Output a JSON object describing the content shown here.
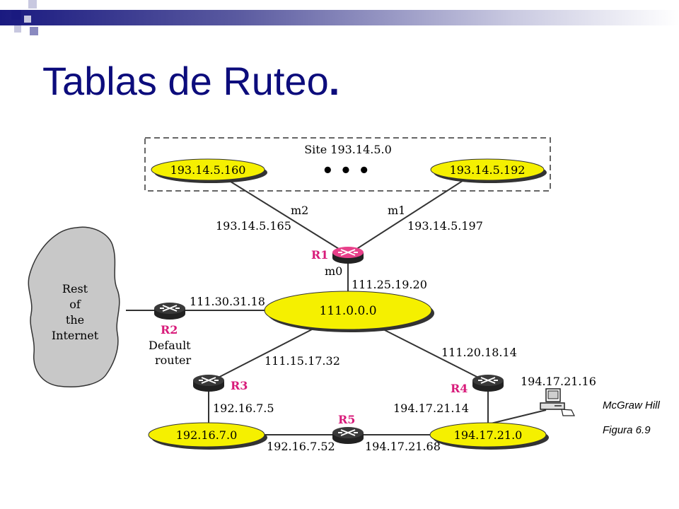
{
  "slide": {
    "title": "Tablas de Ruteo",
    "title_dot": ".",
    "credit_line1": "McGraw Hill",
    "credit_line2": "Figura 6.9"
  },
  "colors": {
    "title": "#0c0c7c",
    "network_fill": "#f5f000",
    "router_highlight": "#e8408a",
    "router_dark": "#3a3a3a",
    "router_label": "#d81b7a",
    "cloud": "#c8c8c8"
  },
  "diagram": {
    "site_label": "Site 193.14.5.0",
    "ellipsis": "• • •",
    "cloud_lines": [
      "Rest",
      "of",
      "the",
      "Internet"
    ],
    "networks": {
      "n1": "193.14.5.160",
      "n2": "193.14.5.192",
      "main": "111.0.0.0",
      "left": "192.16.7.0",
      "right": "194.17.21.0"
    },
    "routers": {
      "r1": "R1",
      "r2": "R2",
      "r3": "R3",
      "r4": "R4",
      "r5": "R5"
    },
    "r2_caption_1": "Default",
    "r2_caption_2": "router",
    "interfaces": {
      "m2": "m2",
      "m1": "m1",
      "m0": "m0"
    },
    "addresses": {
      "r1_m2": "193.14.5.165",
      "r1_m1": "193.14.5.197",
      "r1_m0": "111.25.19.20",
      "r2": "111.30.31.18",
      "r3_up": "111.15.17.32",
      "r4_up": "111.20.18.14",
      "r3_down": "192.16.7.5",
      "r4_down": "194.17.21.14",
      "r5_left": "192.16.7.52",
      "r5_right": "194.17.21.68",
      "host": "194.17.21.16"
    }
  }
}
